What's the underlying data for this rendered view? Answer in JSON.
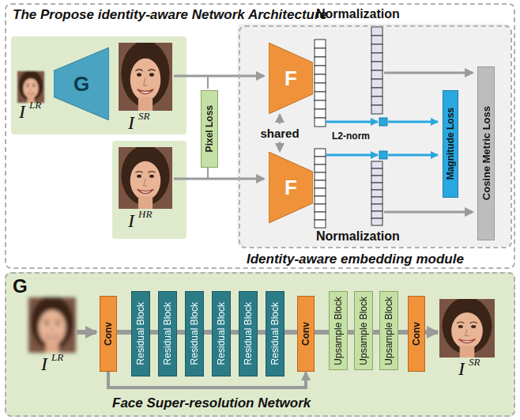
{
  "diagram": {
    "nodes": [
      {
        "text": [
          "The Propose identity-aware Network Architecture"
        ]
      },
      {
        "text": [
          "G"
        ],
        "in": 0
      },
      {
        "text": [
          "Pixel Loss"
        ],
        "in": 0
      },
      {
        "text": [
          "Identity-aware embedding module"
        ],
        "in": 0
      },
      {
        "text": [
          "F"
        ],
        "in": 3
      },
      {
        "text": [
          "F"
        ],
        "in": 3
      },
      {
        "text": [
          "Magnitude Loss"
        ],
        "in": 3
      },
      {
        "text": [
          "Cosine Metric Loss"
        ],
        "in": 3
      },
      {
        "text": [
          "G",
          "Face Super-resolution Network"
        ]
      },
      {
        "text": [
          "Conv"
        ],
        "in": 8
      },
      {
        "text": [
          "Residual Block"
        ],
        "in": 8
      },
      {
        "text": [
          "Residual Block"
        ],
        "in": 8
      },
      {
        "text": [
          "Residual Block"
        ],
        "in": 8
      },
      {
        "text": [
          "Residual Block"
        ],
        "in": 8
      },
      {
        "text": [
          "Residual Block"
        ],
        "in": 8
      },
      {
        "text": [
          "Residual Block"
        ],
        "in": 8
      },
      {
        "text": [
          "Conv"
        ],
        "in": 8
      },
      {
        "text": [
          "Upsample Block"
        ],
        "in": 8
      },
      {
        "text": [
          "Upsample Block"
        ],
        "in": 8
      },
      {
        "text": [
          "Upsample Block"
        ],
        "in": 8
      },
      {
        "text": [
          "Conv"
        ],
        "in": 8
      }
    ],
    "edges": [
      {
        "from": 4,
        "to": 5,
        "label": "shared",
        "arrow": "both"
      },
      {
        "from": 9,
        "to": 10,
        "arrow": "none"
      },
      {
        "from": 10,
        "to": 11,
        "arrow": "none"
      },
      {
        "from": 11,
        "to": 12,
        "arrow": "none"
      },
      {
        "from": 12,
        "to": 13,
        "arrow": "none"
      },
      {
        "from": 13,
        "to": 14,
        "arrow": "none"
      },
      {
        "from": 14,
        "to": 15,
        "arrow": "none"
      },
      {
        "from": 15,
        "to": 16,
        "arrow": "none"
      },
      {
        "from": 16,
        "to": 17,
        "arrow": "none"
      },
      {
        "from": 17,
        "to": 18,
        "arrow": "none"
      },
      {
        "from": 18,
        "to": 19,
        "arrow": "none"
      },
      {
        "from": 19,
        "to": 20,
        "arrow": "none"
      },
      {
        "from": 9,
        "to": 16,
        "arrow": "to"
      }
    ],
    "labels": [
      "I",
      "LR",
      "I",
      "SR",
      "I",
      "HR",
      "Normalization",
      "L2-norm",
      "Normalization",
      "I",
      "LR",
      "I",
      "SR"
    ]
  }
}
